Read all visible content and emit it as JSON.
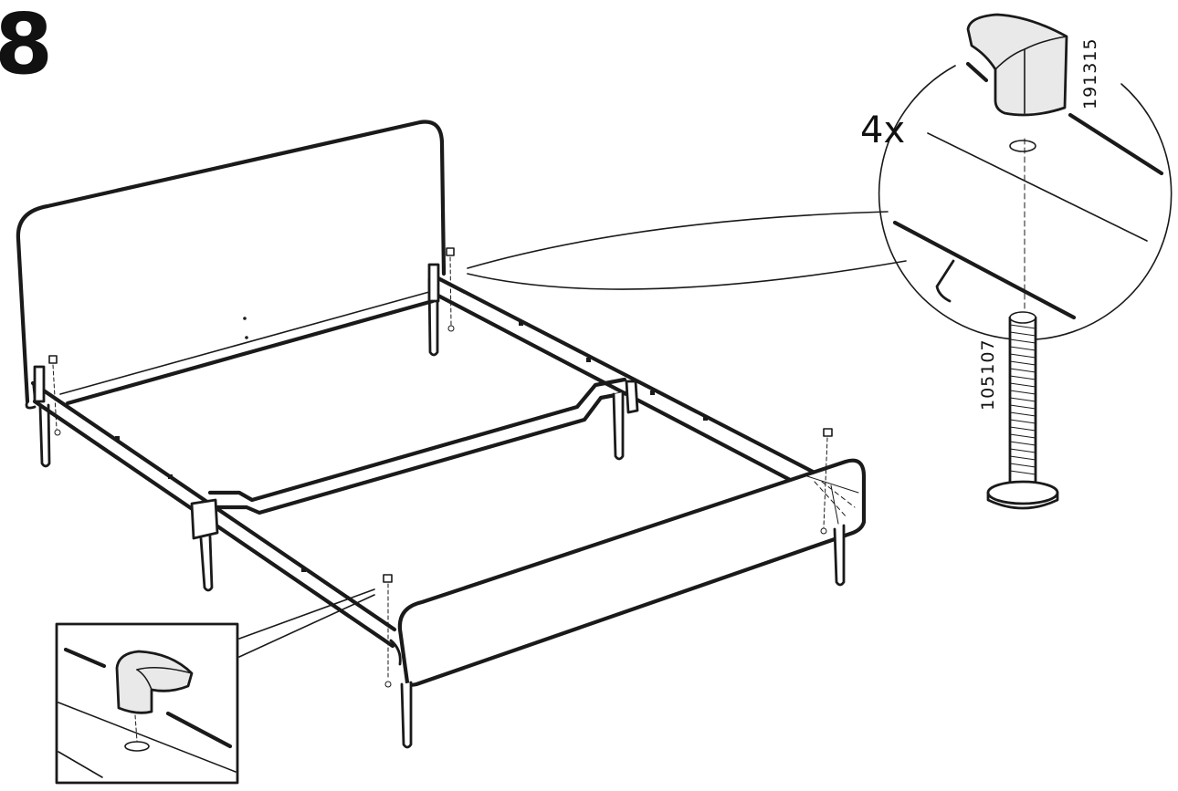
{
  "step": {
    "number": "8"
  },
  "detail": {
    "quantity": "4x",
    "cap_part_number": "191315",
    "bolt_part_number": "105107"
  },
  "colors": {
    "ink": "#1a1a1a",
    "paper": "#ffffff",
    "shade": "#e9e9e9"
  }
}
